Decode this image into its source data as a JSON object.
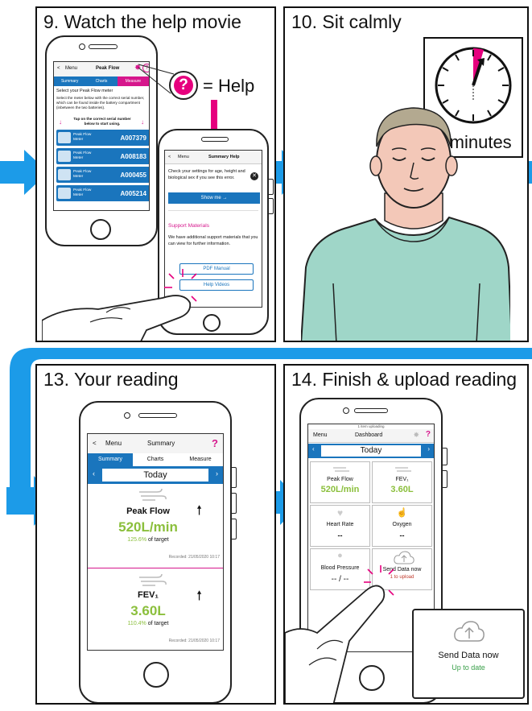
{
  "panels": {
    "p9": {
      "title": "9. Watch the help movie"
    },
    "p10": {
      "title": "10. Sit calmly",
      "timer_label": "2 minutes"
    },
    "p13": {
      "title": "13. Your reading"
    },
    "p14": {
      "title": "14. Finish & upload reading"
    }
  },
  "help_callout": {
    "label": "= Help"
  },
  "phone9": {
    "back": "<",
    "menu": "Menu",
    "title": "Peak Flow",
    "tabs": [
      "Summary",
      "Charts",
      "Measure"
    ],
    "instructions": "Select your Peak Flow meter",
    "desc": "Select the meter below with the correct serial number, which can be found inside the battery compartment (inbetween the two batteries).",
    "tap_hint": "Tap on the correct serial number below to start using.",
    "meters": [
      {
        "name": "Peak Flow Meter",
        "serial": "A007379"
      },
      {
        "name": "Peak Flow Meter",
        "serial": "A008183"
      },
      {
        "name": "Peak Flow Meter",
        "serial": "A000455"
      },
      {
        "name": "Peak Flow Meter",
        "serial": "A005214"
      }
    ]
  },
  "phone_help": {
    "back": "<",
    "menu": "Menu",
    "title": "Summary Help",
    "body": "Check your settings for age, height and biological sex if you see this error.",
    "show_me": "Show me →",
    "support_title": "Support Materials",
    "support_body": "We have additional support materials that you can view for further information.",
    "pdf": "PDF Manual",
    "videos": "Help Videos"
  },
  "phone13": {
    "back": "<",
    "menu": "Menu",
    "title": "Summary",
    "help": "?",
    "tabs": [
      "Summary",
      "Charts",
      "Measure"
    ],
    "period": "Today",
    "readings": [
      {
        "name": "Peak Flow",
        "value": "520L/min",
        "pct": "125.6%",
        "of_target": "of target",
        "recorded": "Recorded: 21/05/2020 10:17"
      },
      {
        "name": "FEV₁",
        "value": "3.60L",
        "pct": "110.4%",
        "of_target": "of target",
        "recorded": "Recorded: 21/05/2020 10:17"
      }
    ]
  },
  "phone14": {
    "status": "1 item uploading",
    "menu": "Menu",
    "title": "Dashboard",
    "help": "?",
    "period": "Today",
    "tiles": [
      {
        "label": "Peak Flow",
        "value": "520L/min"
      },
      {
        "label": "FEV₁",
        "value": "3.60L"
      },
      {
        "label": "Heart Rate",
        "value": "--"
      },
      {
        "label": "Oxygen",
        "value": "--"
      },
      {
        "label": "Blood Pressure",
        "value": "-- / --"
      },
      {
        "label": "Send Data now",
        "value": "1 to upload"
      }
    ]
  },
  "upload_popup": {
    "label": "Send Data now",
    "status": "Up to date"
  },
  "colors": {
    "blue": "#1a75bd",
    "arrow_blue": "#1c9be8",
    "magenta": "#d6168c",
    "green": "#8bbf3c"
  }
}
